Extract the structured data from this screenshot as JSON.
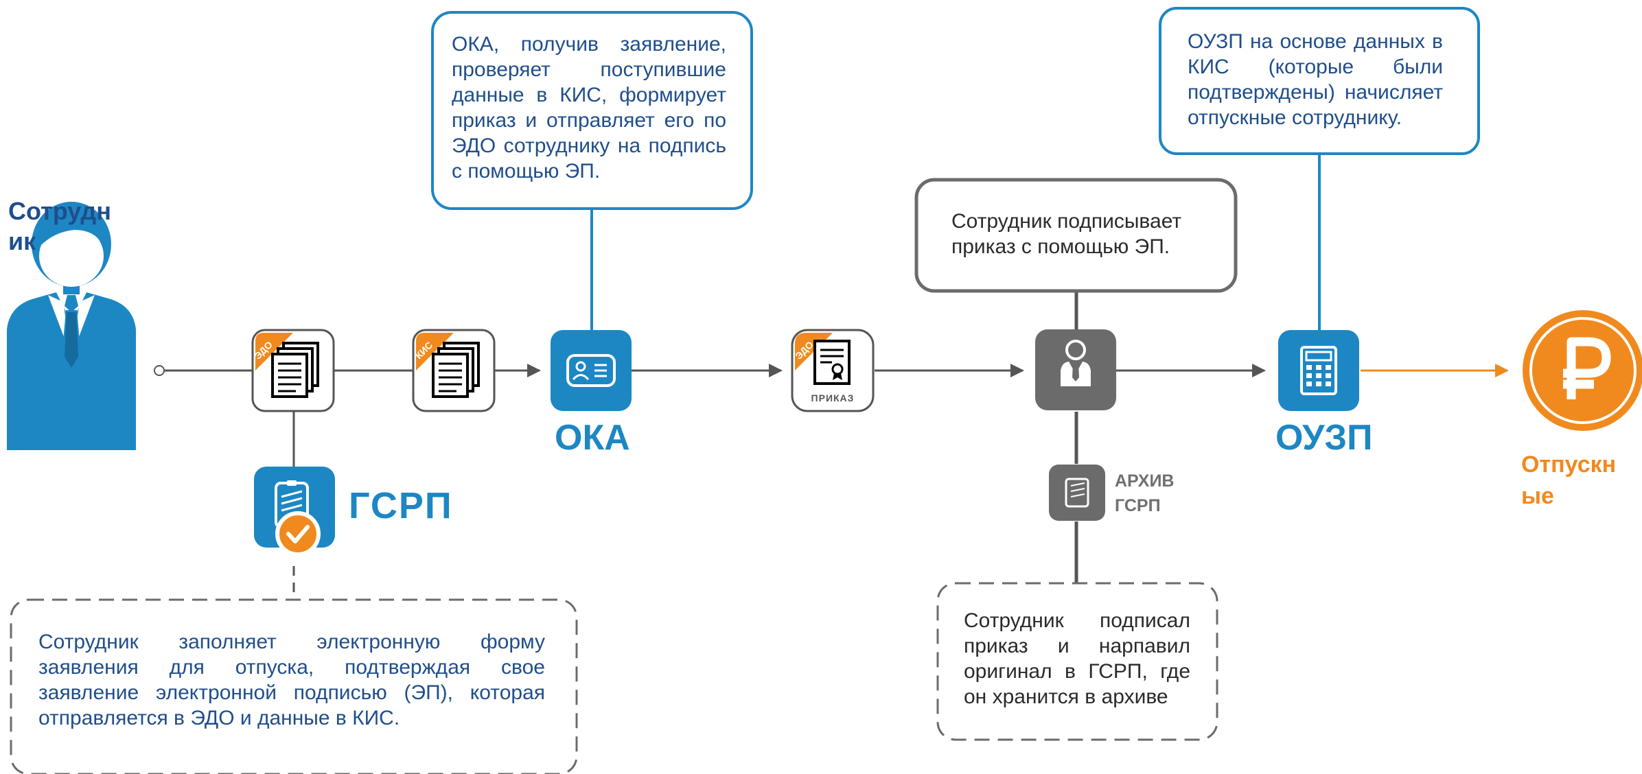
{
  "employee": {
    "label": "Сотрудн\nик",
    "icon": "employee-icon"
  },
  "gsrp": {
    "title": "ГСРП",
    "icon": "tablet-check-icon"
  },
  "oka": {
    "title": "ОКА",
    "icon": "id-card-icon"
  },
  "ouzp": {
    "title": "ОУЗП",
    "icon": "calculator-icon"
  },
  "vacation_pay": {
    "label": "Отпускн\nые",
    "icon": "ruble-coin-icon"
  },
  "archive": {
    "label": "АРХИВ\nГСРП",
    "icon": "archive-tablet-icon"
  },
  "documents": {
    "edo": {
      "tag": "ЭДО",
      "icon": "document-stack-icon"
    },
    "kis": {
      "tag": "КИС",
      "icon": "document-stack-icon"
    },
    "order": {
      "tag": "ЭДО",
      "label": "ПРИКАЗ",
      "icon": "certificate-icon"
    }
  },
  "signer": {
    "icon": "employee-signing-icon"
  },
  "boxes": {
    "oka_text": "ОКА, получив заявление, проверяет поступившие данные в КИС, формирует приказ и отправляет его по ЭДО сотруднику на подпись с помощью ЭП.",
    "ouzp_text": "ОУЗП на основе данных в КИС (которые были подтверждены) начисляет отпускные сотруднику.",
    "sign_text": "Сотрудник подписывает приказ с помощью ЭП.",
    "employee_text": "Сотрудник заполняет электронную форму заявления для отпуска, подтверждая свое заявление электронной подписью (ЭП), которая отправляется в ЭДО и данные в КИС.",
    "archive_text": "Сотрудник подписал приказ и нарпавил оригинал в ГСРП, где он хранится в архиве"
  },
  "colors": {
    "primary_blue": "#1D87C4",
    "title_navy": "#1F4E8C",
    "accent_orange": "#F08A1E",
    "gray": "#6B6B6B",
    "connector": "#555555"
  }
}
